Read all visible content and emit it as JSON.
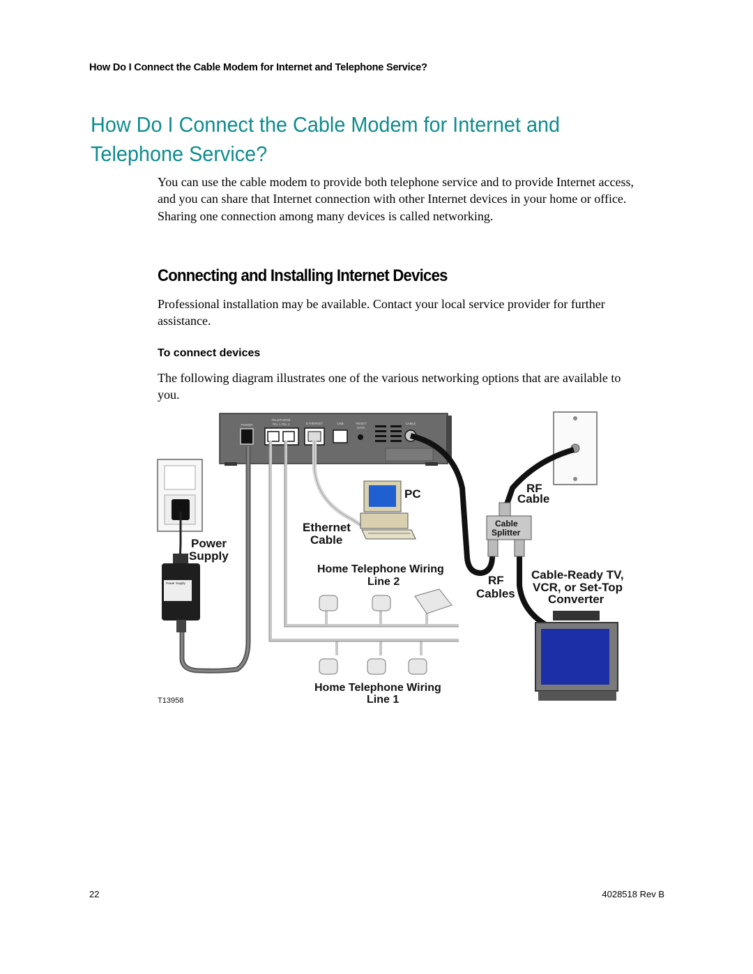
{
  "running_header": "How Do I Connect the Cable Modem for Internet and Telephone Service?",
  "title_line1": "How Do I Connect the Cable Modem for Internet and",
  "title_line2": "Telephone Service?",
  "intro": "You can use the cable modem to provide both telephone service and to provide Internet access, and you can share that Internet connection with other Internet devices in your home or office. Sharing one connection among many devices is called networking.",
  "section_heading": "Connecting and Installing Internet Devices",
  "section_text": "Professional installation may be available. Contact your local service provider for further assistance.",
  "procedure_heading": "To connect devices",
  "procedure_text": "The following diagram illustrates one of the various networking options that are available to you.",
  "colors": {
    "heading_teal": "#0f8b8d",
    "tv_screen": "#1d2fa6",
    "pc_screen": "#1f5fd0"
  },
  "diagram": {
    "modem_ports": {
      "power": "POWER",
      "telephone": "TELEPHONE",
      "tel_lines": "TEL 1   TEL 2",
      "ethernet": "ETHERNET",
      "usb": "USB",
      "reset": "RESET",
      "data": "DATA",
      "cable": "CABLE"
    },
    "labels": {
      "pc": "PC",
      "ethernet_1": "Ethernet",
      "ethernet_2": "Cable",
      "power_1": "Power",
      "power_2": "Supply",
      "power_supply_tag": "Power Supply",
      "rf_cable_1": "RF",
      "rf_cable_2": "Cable",
      "splitter_1": "Cable",
      "splitter_2": "Splitter",
      "line2_1": "Home Telephone Wiring",
      "line2_2": "Line 2",
      "rf_cables_1": "RF",
      "rf_cables_2": "Cables",
      "tv_1": "Cable-Ready TV,",
      "tv_2": "VCR, or Set-Top",
      "tv_3": "Converter",
      "line1_1": "Home Telephone Wiring",
      "line1_2": "Line 1",
      "figure_id": "T13958"
    }
  },
  "footer": {
    "page_number": "22",
    "doc_id": "4028518 Rev B"
  }
}
